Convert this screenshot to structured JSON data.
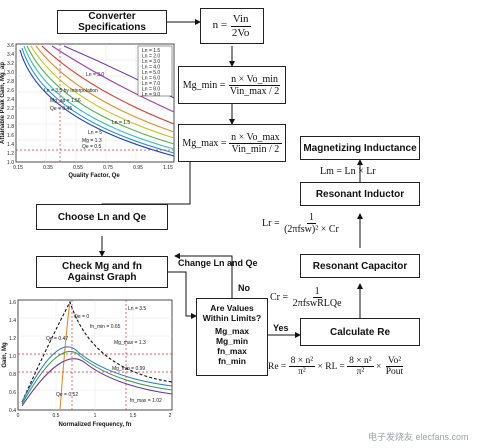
{
  "boxes": {
    "converter_specs": "Converter Specifications",
    "choose_ln_qe": "Choose Ln and Qe",
    "check_graph_line1": "Check Mg and fn",
    "check_graph_line2": "Against Graph",
    "magnetizing": "Magnetizing Inductance",
    "resonant_inductor": "Resonant Inductor",
    "resonant_capacitor": "Resonant Capacitor",
    "calculate_re": "Calculate Re",
    "decision_title": "Are Values Within Limits?",
    "decision_items": [
      "Mg_max",
      "Mg_min",
      "fn_max",
      "fn_min"
    ]
  },
  "equations": {
    "n_lhs": "n =",
    "n_num": "Vin",
    "n_den": "2Vo",
    "mgmin_lhs": "Mg_min =",
    "mgmin_num": "n × Vo_min",
    "mgmin_den": "Vin_max / 2",
    "mgmax_lhs": "Mg_max =",
    "mgmax_num": "n × Vo_max",
    "mgmax_den": "Vin_min / 2",
    "lm": "Lm = Ln × Lr",
    "lr_lhs": "Lr =",
    "lr_num": "1",
    "lr_den": "(2πfsw)² × Cr",
    "cr_lhs": "Cr =",
    "cr_num": "1",
    "cr_den": "2πfswRLQe",
    "re_lhs": "Re =",
    "re_f1_num": "8 × n²",
    "re_f1_den": "π²",
    "re_mid": "× RL =",
    "re_f2_num": "8 × n²",
    "re_f2_den": "π²",
    "re_times": "×",
    "re_f3_num": "Vo²",
    "re_f3_den": "Pout"
  },
  "flow_labels": {
    "change": "Change Ln and Qe",
    "no": "No",
    "yes": "Yes"
  },
  "chart_top": {
    "ylabel": "Attainable Peak Gain, Mg_ap",
    "xlabel": "Quality Factor, Qe",
    "xticks": [
      "0.15",
      "0.35",
      "0.55",
      "0.75",
      "0.95",
      "1.15"
    ],
    "yticks": [
      "3.6",
      "3.4",
      "3.2",
      "3.0",
      "2.8",
      "2.6",
      "2.4",
      "2.2",
      "2.0",
      "1.8",
      "1.6",
      "1.4",
      "1.2",
      "1.0"
    ],
    "legend": [
      "Ln = 1.5",
      "Ln = 2.0",
      "Ln = 3.0",
      "Ln = 4.0",
      "Ln = 5.0",
      "Ln = 6.0",
      "Ln = 7.0",
      "Ln = 8.0",
      "Ln = 9.0"
    ],
    "annotations": [
      "Ln = 3.0",
      "Ln = 3.5 by Interpolation",
      "Mg_ap = 1.56",
      "Qe = 0.45",
      "Ln = 5",
      "Mg = 1.3",
      "Qe = 0.5",
      "Ln = 1.5"
    ]
  },
  "chart_bottom": {
    "ylabel": "Gain, Mg",
    "xlabel": "Normalized Frequency, fn",
    "yticks": [
      "1.6",
      "1.4",
      "1.2",
      "1.0",
      "0.8",
      "0.6",
      "0.4"
    ],
    "xticks": [
      "0",
      "0.5",
      "1",
      "1.5",
      "2"
    ],
    "annotations": [
      "Ln = 3.5",
      "Qe = 0",
      "Qe = 0.47",
      "fn_min = 0.65",
      "Mg_max = 1.3",
      "Mg_min = 0.99",
      "fn_max = 1.02",
      "Qe = 0.52"
    ]
  },
  "watermark": "电子发烧友 elecfans.com"
}
